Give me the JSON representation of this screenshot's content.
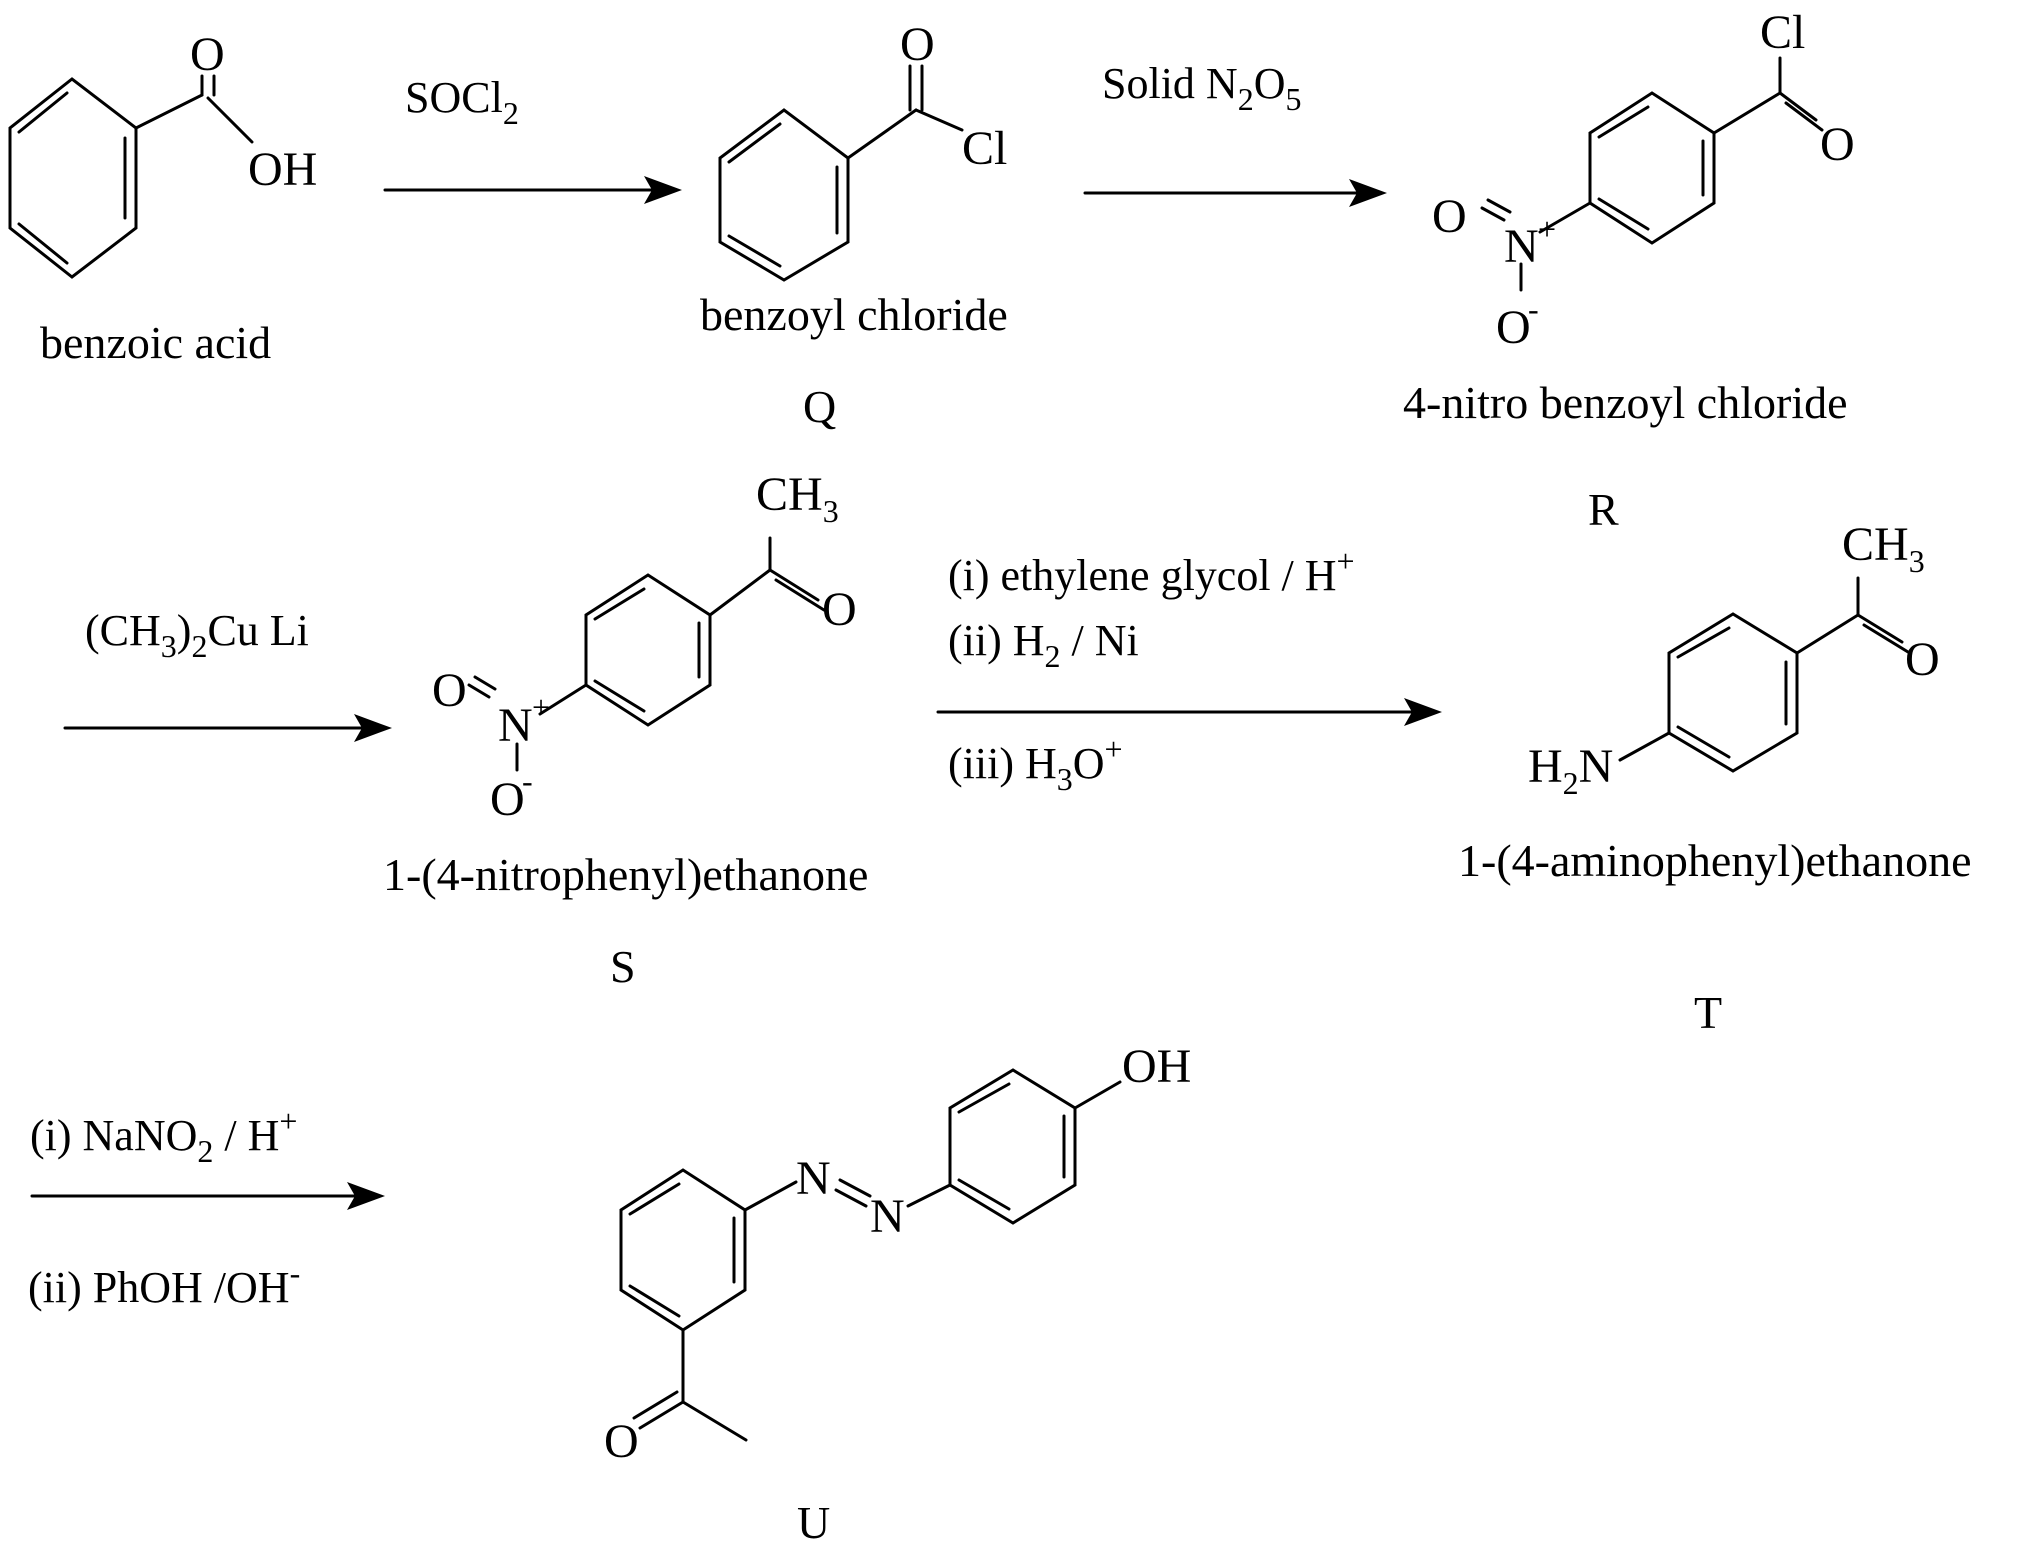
{
  "atoms": {
    "O": "O",
    "OH": "OH",
    "Cl": "Cl",
    "N": "N",
    "plus": "+",
    "minus": "-",
    "C": "C",
    "H": "H",
    "three": "3",
    "two": "2"
  },
  "compounds": {
    "benzoic_acid": {
      "name": "benzoic acid"
    },
    "Q": {
      "name": "benzoyl chloride",
      "letter": "Q"
    },
    "R": {
      "name": "4-nitro benzoyl chloride",
      "letter": "R"
    },
    "S": {
      "name": "1-(4-nitrophenyl)ethanone",
      "letter": "S"
    },
    "T": {
      "name": "1-(4-aminophenyl)ethanone",
      "letter": "T"
    },
    "U": {
      "letter": "U"
    }
  },
  "reagents": {
    "step1": {
      "a": "SOCl",
      "a_sub": "2"
    },
    "step2": {
      "a": "Solid N",
      "a_sub": "2",
      "b": "O",
      "b_sub": "5"
    },
    "step3": {
      "a": "(CH",
      "a_sub": "3",
      "b": ")",
      "b_sub": "2",
      "c": "Cu Li"
    },
    "step4": {
      "line1": "(i) ethylene glycol / H",
      "line1_sup": "+",
      "line2": "(ii) H",
      "line2_sub": "2",
      "line2_tail": " / Ni",
      "line3": "(iii) H",
      "line3_sub": "3",
      "line3_tail": "O",
      "line3_sup": "+"
    },
    "step5": {
      "line1": "(i) NaNO",
      "line1_sub": "2",
      "line1_tail": " / H",
      "line1_sup": "+",
      "line2": "(ii) PhOH /OH",
      "line2_sup": "-"
    }
  }
}
